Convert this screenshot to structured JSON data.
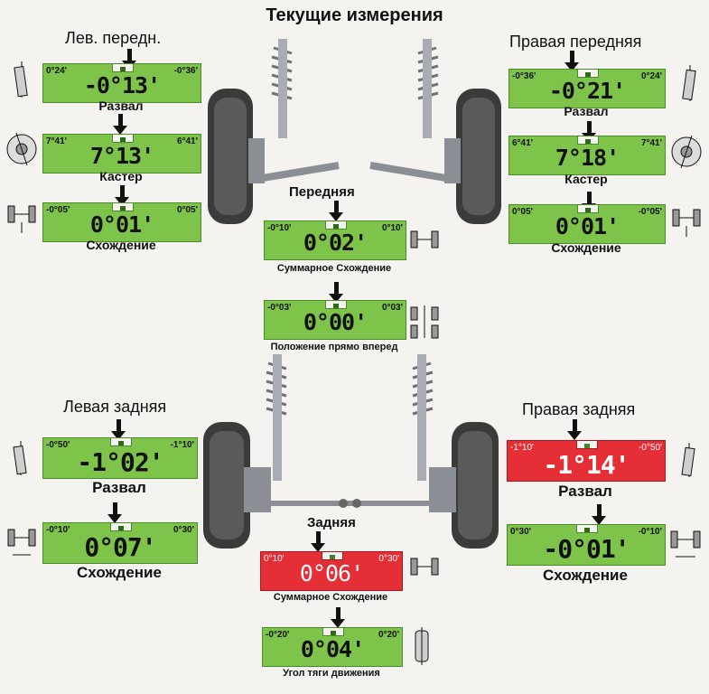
{
  "title": "Текущие измерения",
  "sections": {
    "front_left": "Лев. передн.",
    "front_right": "Правая передняя",
    "front_axle": "Передняя",
    "rear_left": "Левая задняя",
    "rear_right": "Правая задняя",
    "rear_axle": "Задняя"
  },
  "front_left": {
    "camber": {
      "label": "Развал",
      "min": "0°24'",
      "max": "-0°36'",
      "value": "-0°13",
      "unit": "'",
      "status": "in-range"
    },
    "caster": {
      "label": "Кастер",
      "min": "7°41'",
      "max": "6°41'",
      "value": "7°13",
      "unit": "'",
      "status": "in-range"
    },
    "toe": {
      "label": "Схождение",
      "min": "-0°05'",
      "max": "0°05'",
      "value": "0°01",
      "unit": "'",
      "status": "in-range"
    }
  },
  "front_right": {
    "camber": {
      "label": "Развал",
      "min": "-0°36'",
      "max": "0°24'",
      "value": "-0°21",
      "unit": "'",
      "status": "in-range"
    },
    "caster": {
      "label": "Кастер",
      "min": "6°41'",
      "max": "7°41'",
      "value": "7°18",
      "unit": "'",
      "status": "in-range"
    },
    "toe": {
      "label": "Схождение",
      "min": "0°05'",
      "max": "-0°05'",
      "value": "0°01",
      "unit": "'",
      "status": "in-range"
    }
  },
  "front_total_toe": {
    "label": "Суммарное Схождение",
    "min": "-0°10'",
    "max": "0°10'",
    "value": "0°02",
    "unit": "'",
    "status": "in-range"
  },
  "front_straight_ahead": {
    "label": "Положение прямо вперед",
    "min": "-0°03'",
    "max": "0°03'",
    "value": "0°00",
    "unit": "'",
    "status": "in-range"
  },
  "rear_left": {
    "camber": {
      "label": "Развал",
      "min": "-0°50'",
      "max": "-1°10'",
      "value": "-1°02",
      "unit": "'",
      "status": "in-range"
    },
    "toe": {
      "label": "Схождение",
      "min": "-0°10'",
      "max": "0°30'",
      "value": "0°07",
      "unit": "'",
      "status": "in-range"
    }
  },
  "rear_right": {
    "camber": {
      "label": "Развал",
      "min": "-1°10'",
      "max": "-0°50'",
      "value": "-1°14",
      "unit": "'",
      "status": "out-of-range"
    },
    "toe": {
      "label": "Схождение",
      "min": "0°30'",
      "max": "-0°10'",
      "value": "-0°01",
      "unit": "'",
      "status": "in-range"
    }
  },
  "rear_total_toe": {
    "label": "Суммарное Схождение",
    "min": "0°10'",
    "max": "0°30'",
    "value": "0°06",
    "unit": "'",
    "status": "out-of-range"
  },
  "thrust_angle": {
    "label": "Угол тяги движения",
    "min": "-0°20'",
    "max": "0°20'",
    "value": "0°04",
    "unit": "'",
    "status": "in-range"
  },
  "colors": {
    "in_range": "#7ec34a",
    "out_of_range": "#e62e37"
  },
  "icons": [
    "camber-icon",
    "caster-icon",
    "toe-icon",
    "total-toe-icon",
    "straight-ahead-icon",
    "thrust-angle-icon",
    "front-suspension-illustration",
    "rear-suspension-illustration"
  ]
}
